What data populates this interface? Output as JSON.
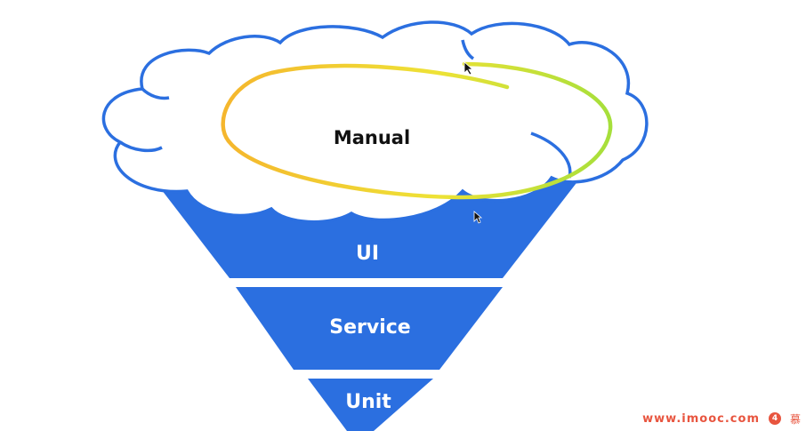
{
  "diagram": {
    "cloud_label": "Manual",
    "layers": [
      {
        "label": "UI"
      },
      {
        "label": "Service"
      },
      {
        "label": "Unit"
      }
    ]
  },
  "colors": {
    "funnel_blue": "#2b6fe0",
    "cloud_stroke": "#2b6fe0",
    "cloud_fill": "#ffffff",
    "highlight_orange": "#f5a623",
    "highlight_yellow": "#e8e632",
    "highlight_green": "#a6df3b"
  },
  "watermark": {
    "site": "www.imooc.com",
    "logo_glyph": "4",
    "logo_text": "慕"
  }
}
